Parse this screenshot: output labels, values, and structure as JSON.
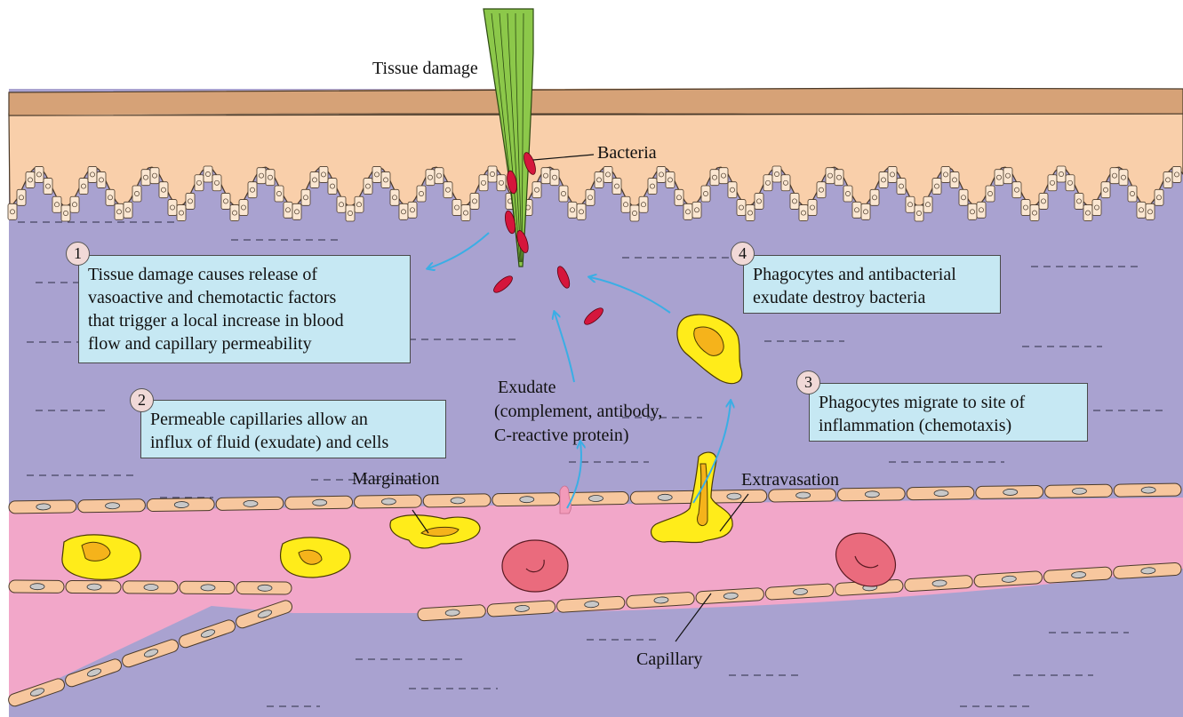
{
  "labels": {
    "tissue_damage": "Tissue damage",
    "bacteria": "Bacteria",
    "exudate": "Exudate",
    "exudate_detail_1": "(complement, antibody,",
    "exudate_detail_2": "C-reactive protein)",
    "margination": "Margination",
    "extravasation": "Extravasation",
    "capillary": "Capillary"
  },
  "steps": [
    {
      "number": "1",
      "lines": [
        "Tissue damage causes release of",
        "vasoactive and chemotactic factors",
        "that trigger a local increase in blood",
        "flow and capillary permeability"
      ]
    },
    {
      "number": "2",
      "lines": [
        "Permeable capillaries allow an",
        "influx of fluid (exudate) and cells"
      ]
    },
    {
      "number": "3",
      "lines": [
        "Phagocytes migrate to site of",
        "inflammation (chemotaxis)"
      ]
    },
    {
      "number": "4",
      "lines": [
        "Phagocytes and antibacterial",
        "exudate destroy bacteria"
      ]
    }
  ],
  "colors": {
    "skin": "#f9cfaa",
    "skin_top": "#d6a277",
    "tissue": "#a9a2d0",
    "capillary": "#f2a7c9",
    "endothelial": "#f7c79e",
    "phagocyte": "#ffec1a",
    "phagocyte_nucleus": "#f5b31b",
    "red_cell": "#ea6b7d",
    "bacteria": "#d5163c",
    "splinter": "#8cc84a",
    "arrow": "#3aaee5",
    "box_fill": "#c6e8f3"
  }
}
